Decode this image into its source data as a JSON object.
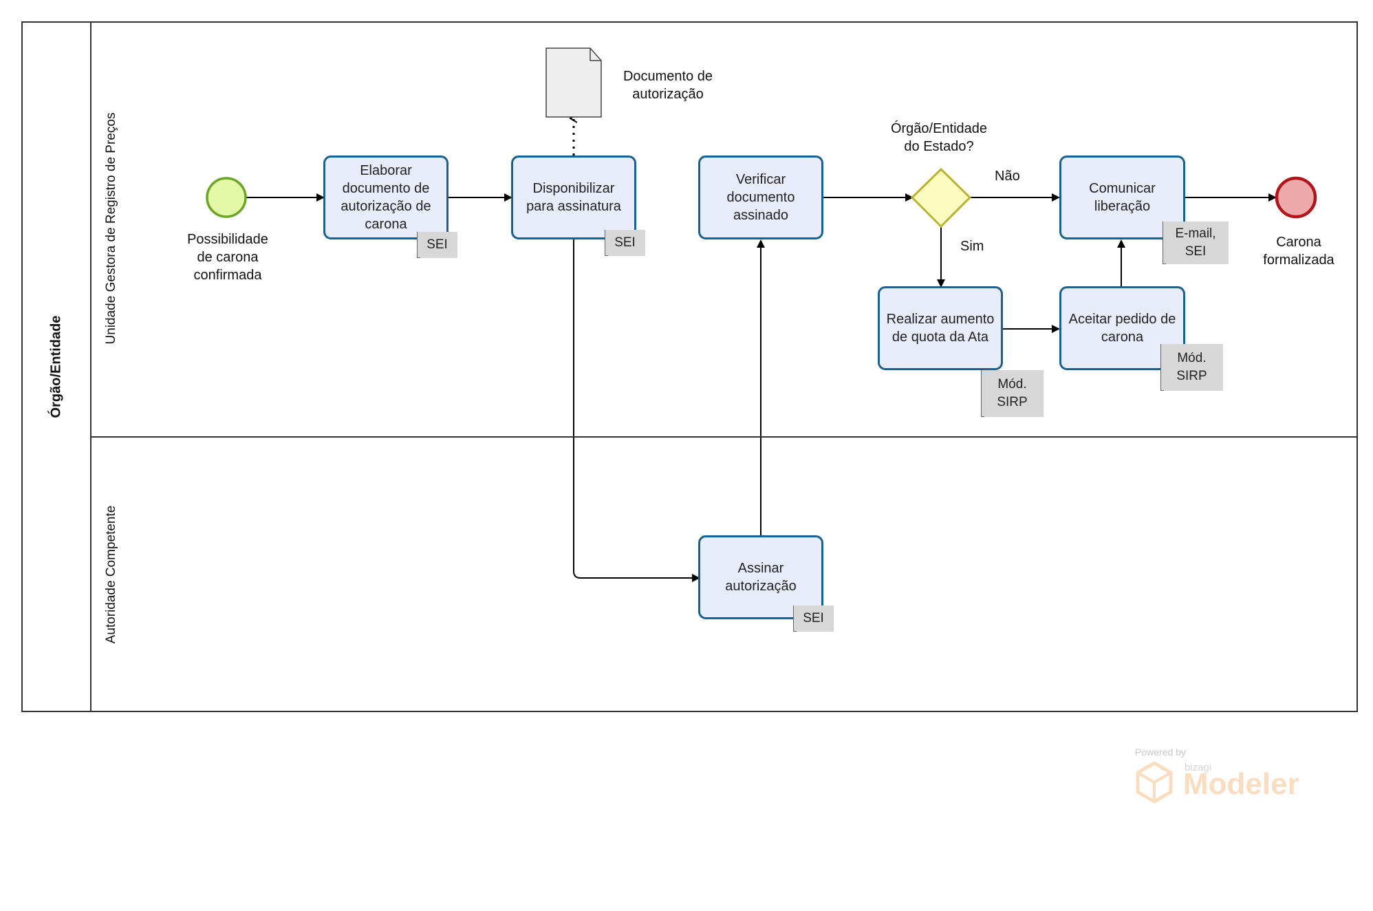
{
  "pool": {
    "title": "Órgão/Entidade",
    "lanes": [
      {
        "title": "Unidade Gestora de Registro de Preços"
      },
      {
        "title": "Autoridade Competente"
      }
    ]
  },
  "events": {
    "start": {
      "label": "Possibilidade\nde carona\nconfirmada",
      "color": "#e4f8a8"
    },
    "end": {
      "label": "Carona\nformalizada",
      "color": "#eea9ab"
    }
  },
  "tasks": {
    "elaborar": {
      "label": "Elaborar documento de autorização de carona",
      "tag": "SEI"
    },
    "disponibilizar": {
      "label": "Disponibilizar para assinatura",
      "tag": "SEI"
    },
    "verificar": {
      "label": "Verificar documento assinado"
    },
    "comunicar": {
      "label": "Comunicar liberação",
      "tag": "E-mail,\nSEI"
    },
    "realizar": {
      "label": "Realizar aumento de quota da Ata",
      "tag": "Mód.\nSIRP"
    },
    "aceitar": {
      "label": "Aceitar pedido de carona",
      "tag": "Mód.\nSIRP"
    },
    "assinar": {
      "label": "Assinar autorização",
      "tag": "SEI"
    }
  },
  "artifact": {
    "label": "Documento de\nautorização"
  },
  "gateway": {
    "question": "Órgão/Entidade\ndo Estado?",
    "no_label": "Não",
    "yes_label": "Sim",
    "color": "#fdfcc0"
  },
  "watermark": {
    "powered": "Powered by",
    "brand": "bizagi",
    "product": "Modeler"
  },
  "colors": {
    "task_border": "#1b6190",
    "task_fill": "#e8ecfb",
    "tag_fill": "#d7d7d7"
  }
}
